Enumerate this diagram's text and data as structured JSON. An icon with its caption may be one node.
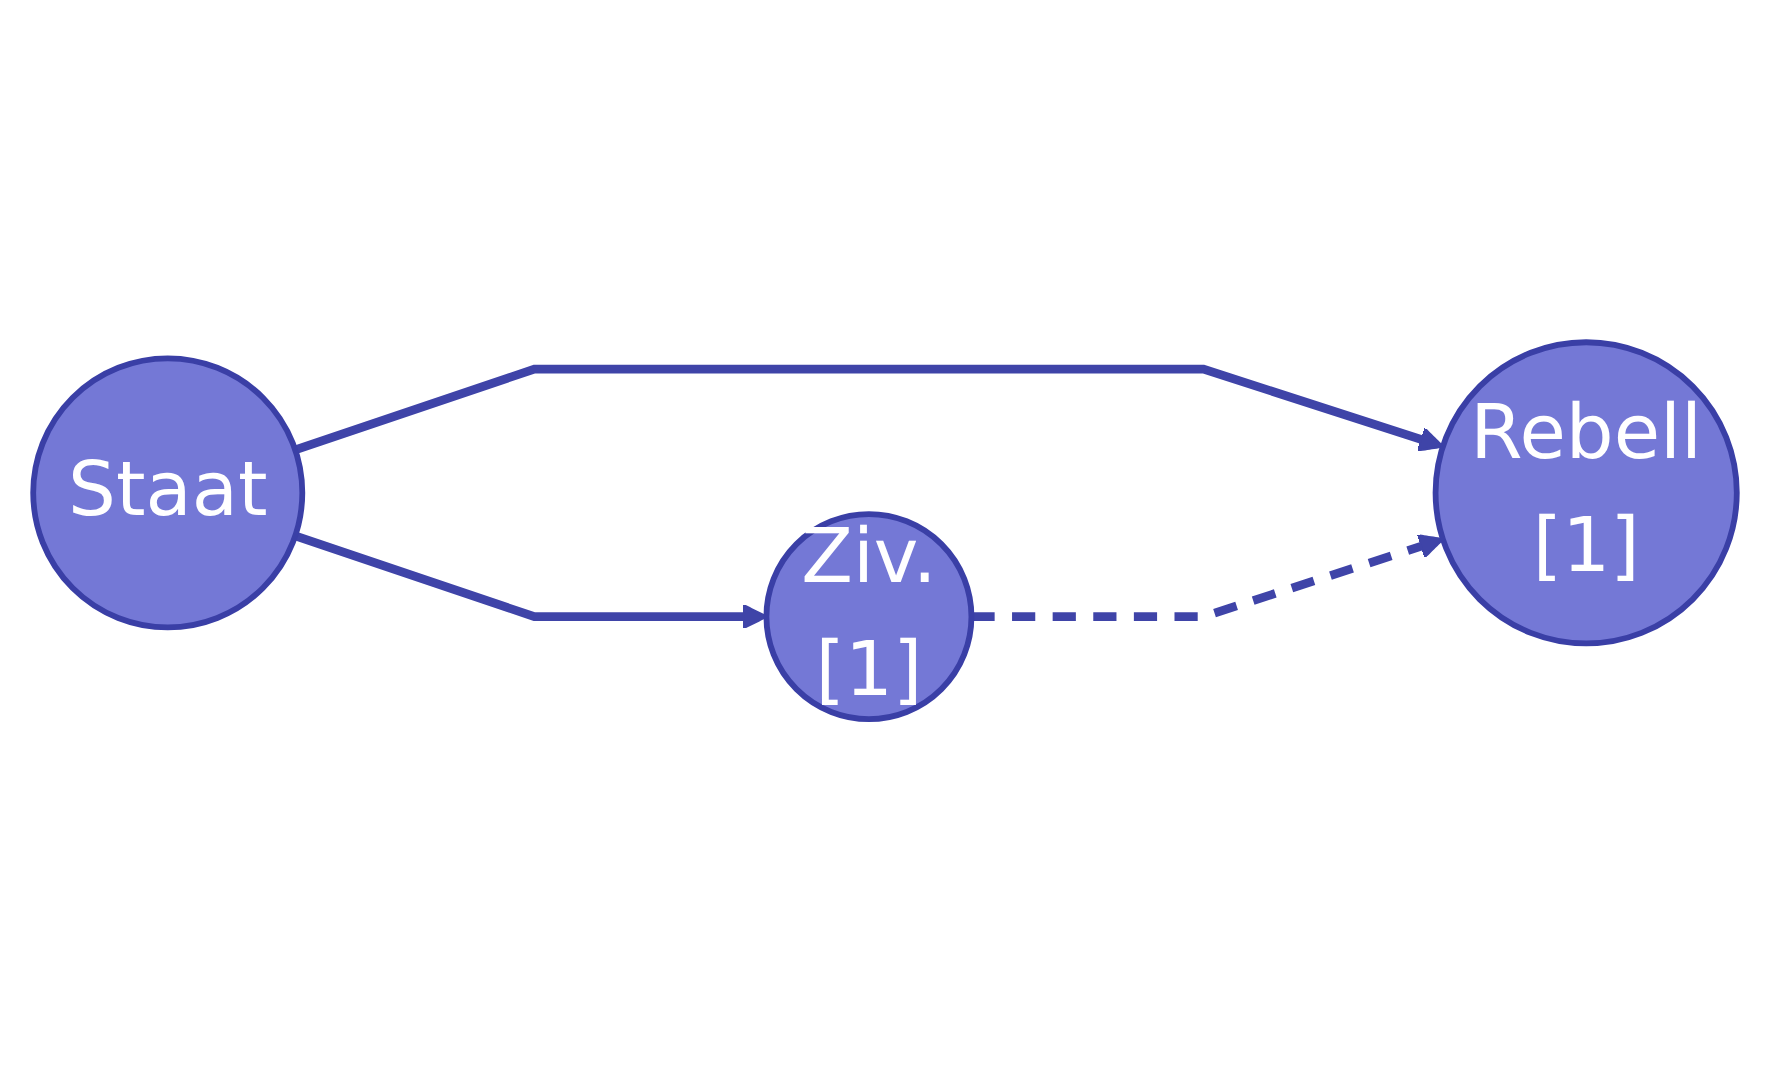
{
  "diagram": {
    "nodes": [
      {
        "text": [
          "Staat"
        ]
      },
      {
        "text": [
          "Rebell",
          "[1]"
        ]
      },
      {
        "text": [
          "Ziv.",
          "[1]"
        ]
      }
    ],
    "edges": [
      {
        "from": 0,
        "to": 1,
        "arrow": "to"
      },
      {
        "from": 0,
        "to": 2,
        "arrow": "to"
      },
      {
        "from": 2,
        "to": 1,
        "arrow": "to",
        "style": "dashed"
      }
    ]
  }
}
